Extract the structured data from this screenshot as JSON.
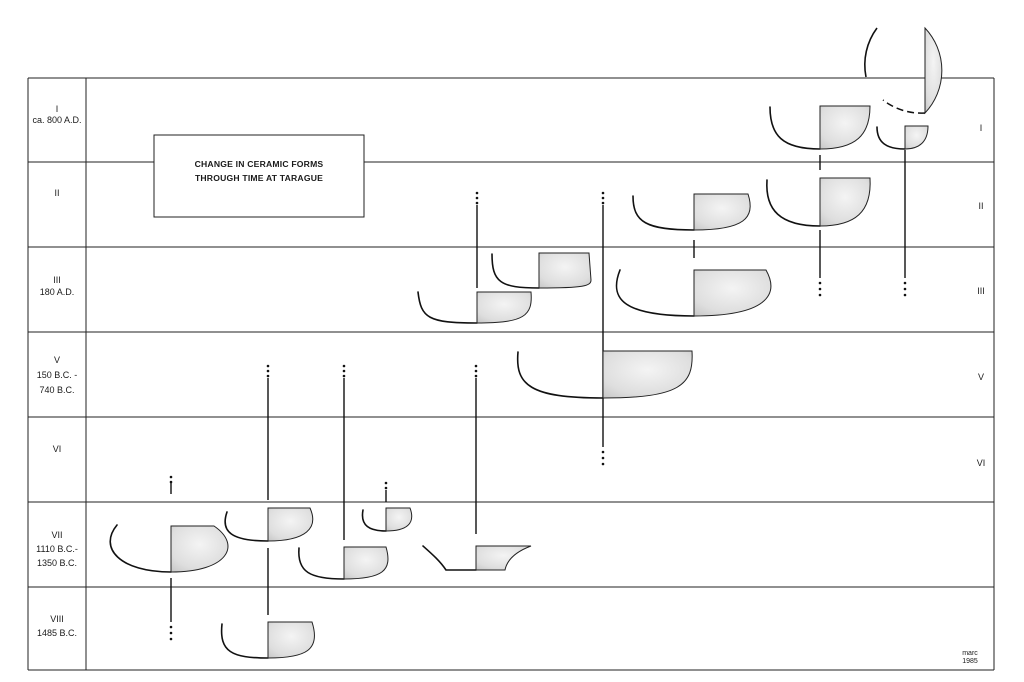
{
  "title": {
    "line1": "CHANGE IN CERAMIC FORMS",
    "line2": "THROUGH TIME AT TARAGUE"
  },
  "periods": [
    {
      "id": "I",
      "left": [
        "I",
        "ca. 800 A.D."
      ],
      "right": "I"
    },
    {
      "id": "II",
      "left": [
        "II"
      ],
      "right": "II"
    },
    {
      "id": "III",
      "left": [
        "III",
        "180 A.D."
      ],
      "right": "III"
    },
    {
      "id": "V",
      "left": [
        "V",
        "150 B.C. -",
        "740 B.C."
      ],
      "right": "V"
    },
    {
      "id": "VI",
      "left": [
        "VI"
      ],
      "right": "VI"
    },
    {
      "id": "VII",
      "left": [
        "VII",
        "1110 B.C.-",
        "1350 B.C."
      ],
      "right": ""
    },
    {
      "id": "VIII",
      "left": [
        "VIII",
        "1485 B.C."
      ],
      "right": ""
    }
  ],
  "signature": [
    "marc",
    "1985"
  ]
}
